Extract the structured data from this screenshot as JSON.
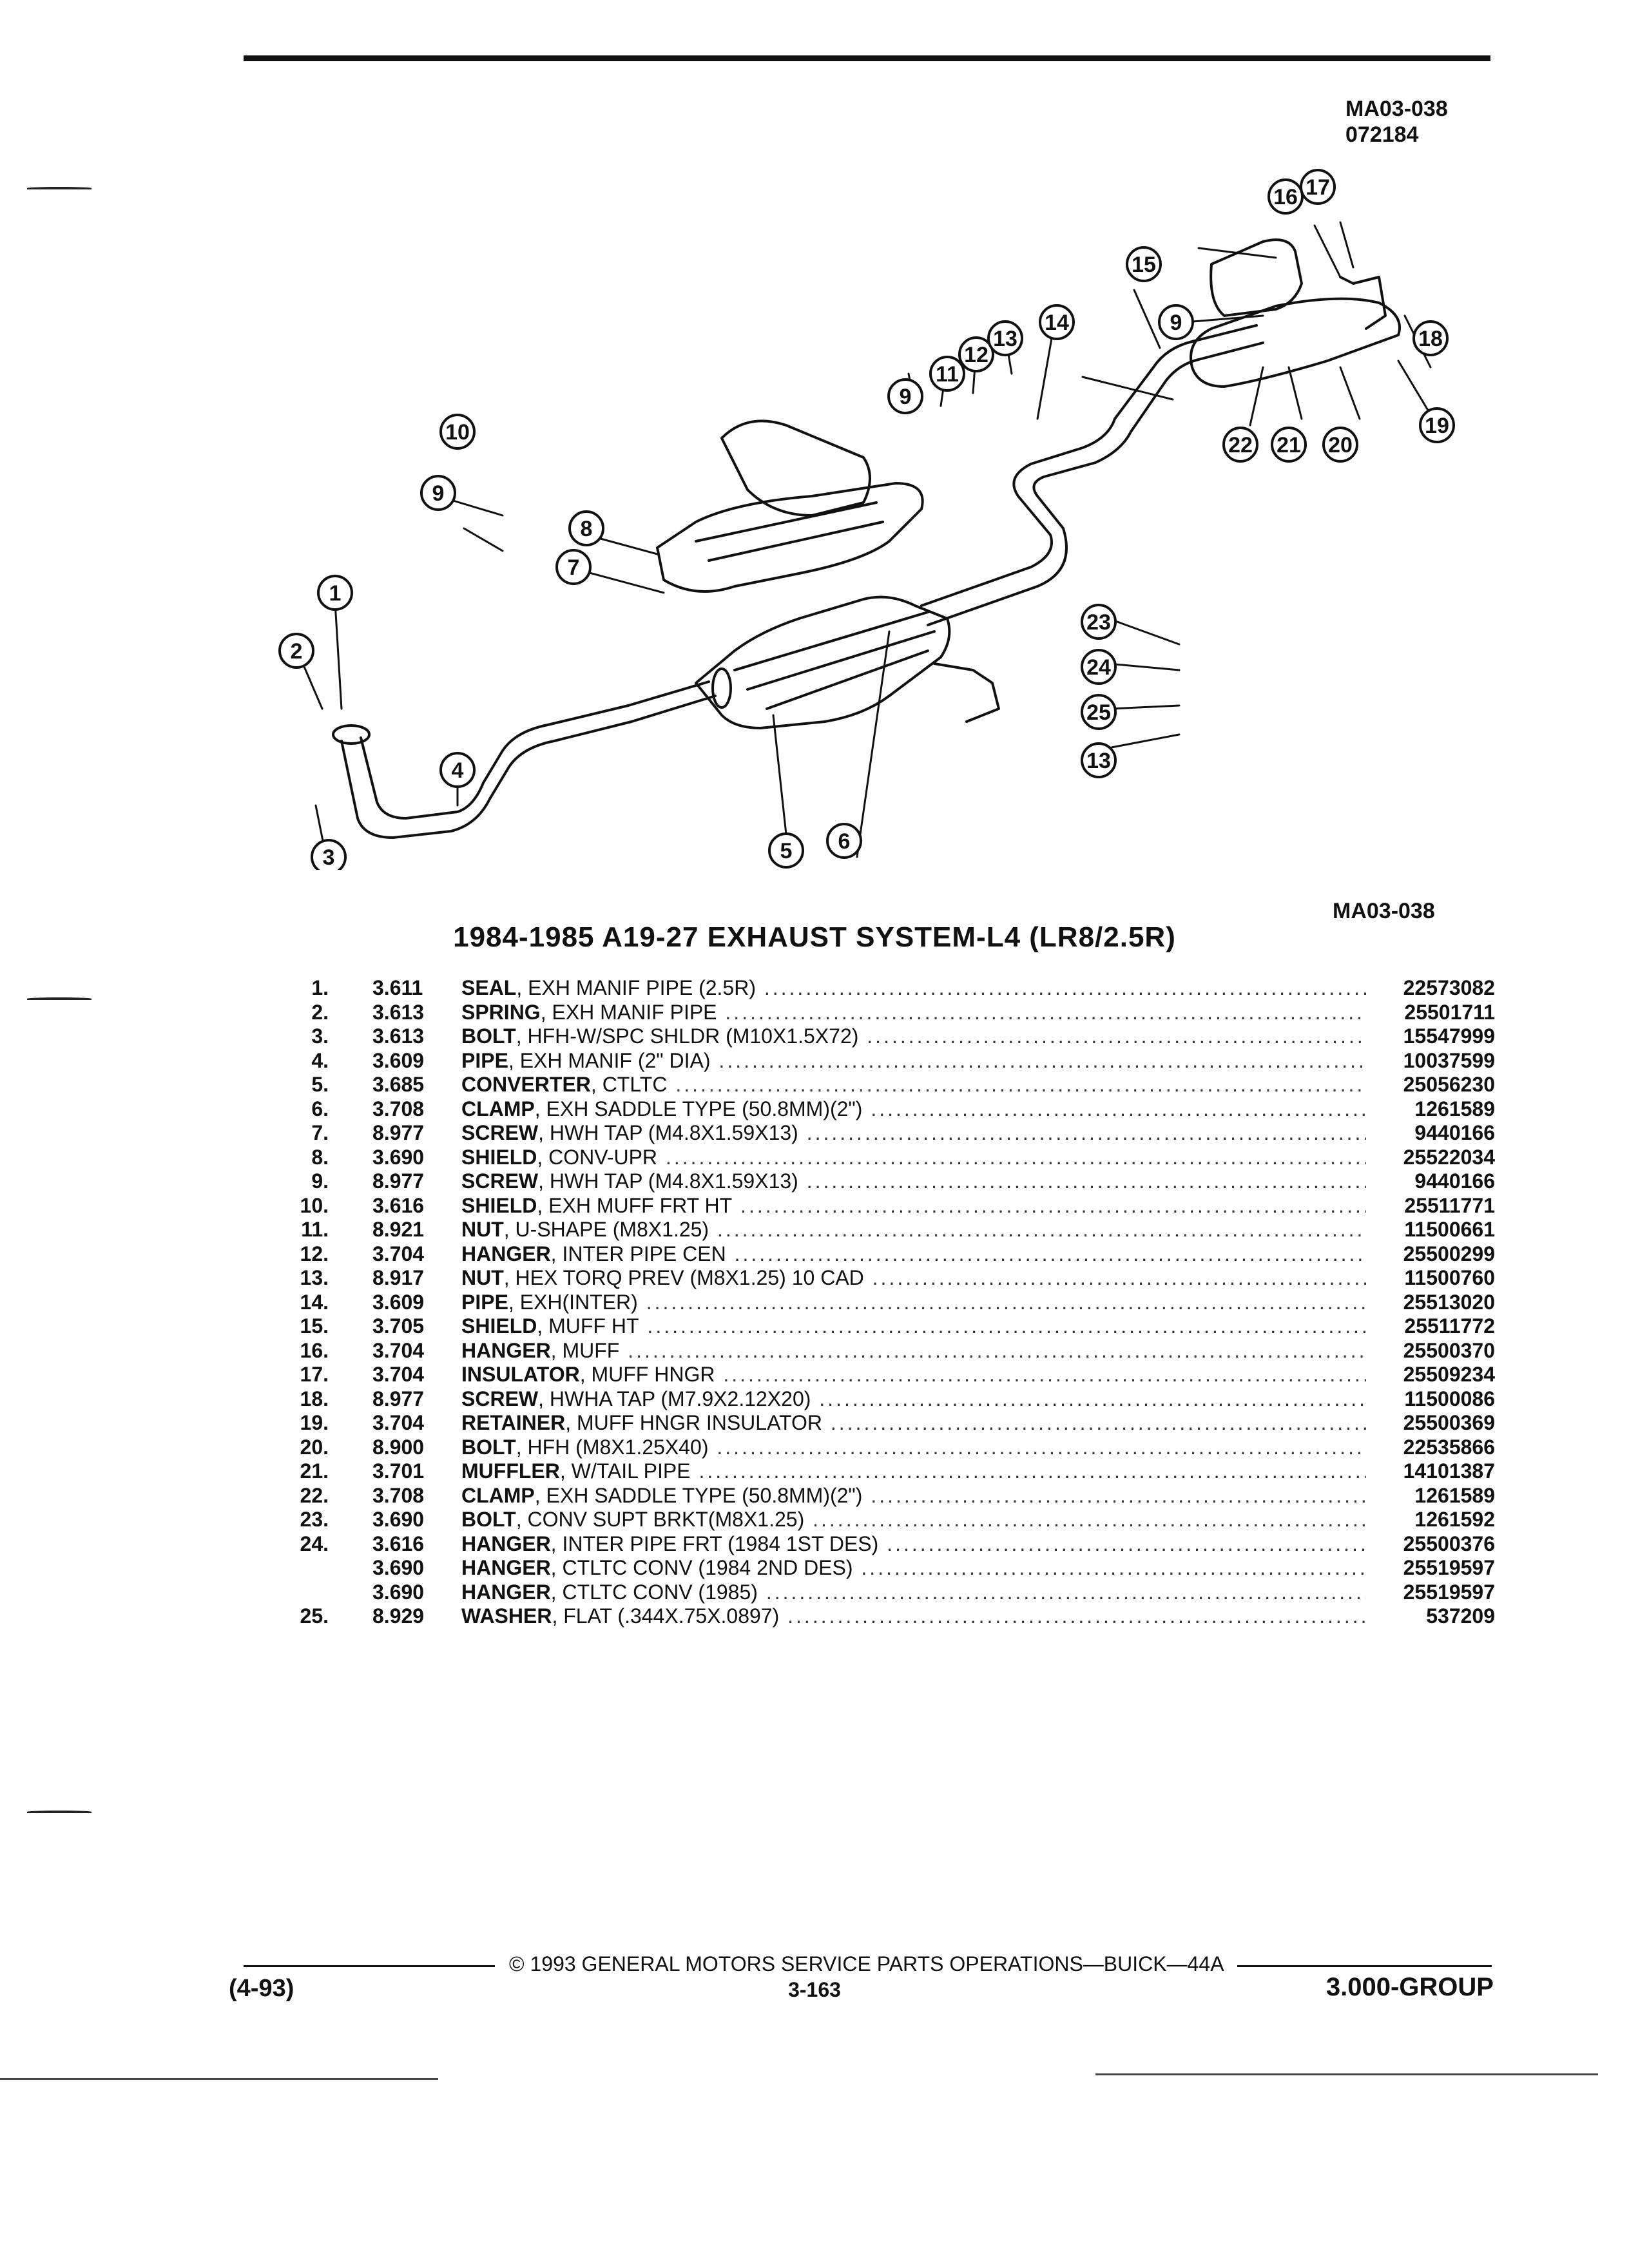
{
  "header": {
    "figure_code": "MA03-038",
    "date_code": "072184",
    "figure_code_bottom": "MA03-038"
  },
  "diagram": {
    "callouts": [
      "1",
      "2",
      "3",
      "4",
      "5",
      "6",
      "7",
      "8",
      "9",
      "9",
      "9",
      "10",
      "11",
      "12",
      "13",
      "13",
      "14",
      "15",
      "16",
      "17",
      "18",
      "19",
      "20",
      "21",
      "22",
      "23",
      "24",
      "25"
    ]
  },
  "title": "1984-1985 A19-27 EXHAUST SYSTEM-L4 (LR8/2.5R)",
  "parts": [
    {
      "num": "1.",
      "group": "3.611",
      "name": "SEAL",
      "detail": ", EXH MANIF PIPE (2.5R)",
      "part_no": "22573082"
    },
    {
      "num": "2.",
      "group": "3.613",
      "name": "SPRING",
      "detail": ", EXH MANIF PIPE",
      "part_no": "25501711"
    },
    {
      "num": "3.",
      "group": "3.613",
      "name": "BOLT",
      "detail": ", HFH-W/SPC SHLDR (M10X1.5X72)",
      "part_no": "15547999"
    },
    {
      "num": "4.",
      "group": "3.609",
      "name": "PIPE",
      "detail": ", EXH MANIF (2\" DIA)",
      "part_no": "10037599"
    },
    {
      "num": "5.",
      "group": "3.685",
      "name": "CONVERTER",
      "detail": ", CTLTC",
      "part_no": "25056230"
    },
    {
      "num": "6.",
      "group": "3.708",
      "name": "CLAMP",
      "detail": ", EXH SADDLE TYPE (50.8MM)(2\")",
      "part_no": "1261589"
    },
    {
      "num": "7.",
      "group": "8.977",
      "name": "SCREW",
      "detail": ", HWH TAP (M4.8X1.59X13)",
      "part_no": "9440166"
    },
    {
      "num": "8.",
      "group": "3.690",
      "name": "SHIELD",
      "detail": ", CONV-UPR",
      "part_no": "25522034"
    },
    {
      "num": "9.",
      "group": "8.977",
      "name": "SCREW",
      "detail": ", HWH TAP (M4.8X1.59X13)",
      "part_no": "9440166"
    },
    {
      "num": "10.",
      "group": "3.616",
      "name": "SHIELD",
      "detail": ", EXH MUFF FRT HT",
      "part_no": "25511771"
    },
    {
      "num": "11.",
      "group": "8.921",
      "name": "NUT",
      "detail": ", U-SHAPE (M8X1.25)",
      "part_no": "11500661"
    },
    {
      "num": "12.",
      "group": "3.704",
      "name": "HANGER",
      "detail": ", INTER PIPE CEN",
      "part_no": "25500299"
    },
    {
      "num": "13.",
      "group": "8.917",
      "name": "NUT",
      "detail": ", HEX TORQ PREV (M8X1.25) 10 CAD",
      "part_no": "11500760"
    },
    {
      "num": "14.",
      "group": "3.609",
      "name": "PIPE",
      "detail": ", EXH(INTER)",
      "part_no": "25513020"
    },
    {
      "num": "15.",
      "group": "3.705",
      "name": "SHIELD",
      "detail": ", MUFF HT",
      "part_no": "25511772"
    },
    {
      "num": "16.",
      "group": "3.704",
      "name": "HANGER",
      "detail": ", MUFF",
      "part_no": "25500370"
    },
    {
      "num": "17.",
      "group": "3.704",
      "name": "INSULATOR",
      "detail": ", MUFF HNGR",
      "part_no": "25509234"
    },
    {
      "num": "18.",
      "group": "8.977",
      "name": "SCREW",
      "detail": ", HWHA TAP (M7.9X2.12X20)",
      "part_no": "11500086"
    },
    {
      "num": "19.",
      "group": "3.704",
      "name": "RETAINER",
      "detail": ", MUFF HNGR INSULATOR",
      "part_no": "25500369"
    },
    {
      "num": "20.",
      "group": "8.900",
      "name": "BOLT",
      "detail": ", HFH (M8X1.25X40)",
      "part_no": "22535866"
    },
    {
      "num": "21.",
      "group": "3.701",
      "name": "MUFFLER",
      "detail": ", W/TAIL PIPE",
      "part_no": "14101387"
    },
    {
      "num": "22.",
      "group": "3.708",
      "name": "CLAMP",
      "detail": ", EXH SADDLE TYPE (50.8MM)(2\")",
      "part_no": "1261589"
    },
    {
      "num": "23.",
      "group": "3.690",
      "name": "BOLT",
      "detail": ", CONV SUPT BRKT(M8X1.25)",
      "part_no": "1261592"
    },
    {
      "num": "24.",
      "group": "3.616",
      "name": "HANGER",
      "detail": ", INTER PIPE FRT (1984 1ST DES)",
      "part_no": "25500376"
    },
    {
      "num": "",
      "group": "3.690",
      "name": "HANGER",
      "detail": ", CTLTC CONV (1984 2ND DES)",
      "part_no": "25519597"
    },
    {
      "num": "",
      "group": "3.690",
      "name": "HANGER",
      "detail": ", CTLTC CONV (1985)",
      "part_no": "25519597"
    },
    {
      "num": "25.",
      "group": "8.929",
      "name": "WASHER",
      "detail": ", FLAT (.344X.75X.0897)",
      "part_no": "537209"
    }
  ],
  "footer": {
    "copyright": "© 1993 GENERAL MOTORS SERVICE PARTS OPERATIONS—BUICK—44A",
    "revision": "(4-93)",
    "page": "3-163",
    "group": "3.000-GROUP"
  }
}
